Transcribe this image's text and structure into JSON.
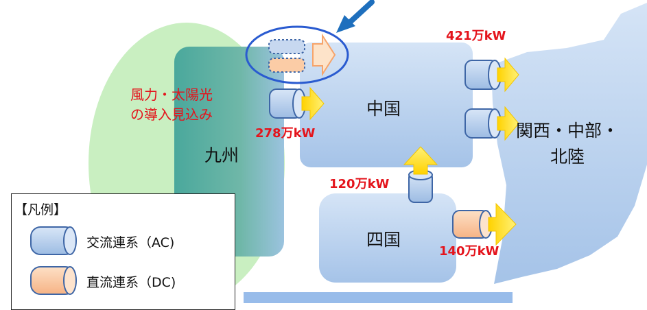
{
  "colors": {
    "ac_fill": "#bcd3ef",
    "ac_stroke": "#3e66a6",
    "dc_fill": "#fbcca6",
    "dc_stroke": "#3e66a6",
    "arrow": "#ffe100",
    "label_red": "#e4141c",
    "wind_solar_area": "#c9efc1",
    "region_fill": "#b7d1ee",
    "kyushu_fill": "#5db1a5",
    "pointer_arrow": "#1e6fbd"
  },
  "regions": {
    "kyushu": "九州",
    "chugoku": "中国",
    "shikoku": "四国",
    "kansai": "関西・中部・\n北陸"
  },
  "potential": "風力・太陽光\nの導入見込み",
  "capacities": {
    "kyushu_chugoku": "278万kW",
    "chugoku_kansai": "421万kW",
    "shikoku_chugoku": "120万kW",
    "shikoku_kansai": "140万kW"
  },
  "legend": {
    "title": "【凡例】",
    "ac": "交流連系（AC)",
    "dc": "直流連系（DC)"
  },
  "icons": [
    "pointer-arrow-icon",
    "ac-connector-icon",
    "dc-connector-icon",
    "flow-arrow-icon"
  ]
}
